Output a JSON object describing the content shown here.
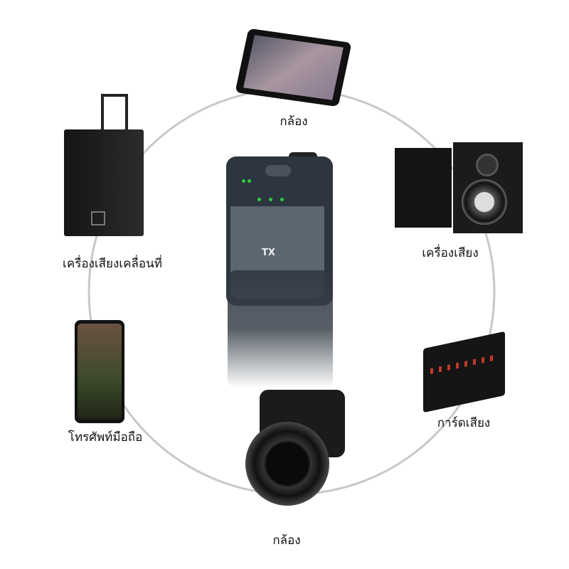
{
  "devices": [
    {
      "id": "tablet",
      "label": "กล้อง"
    },
    {
      "id": "portable-speaker",
      "label": "เครื่องเสียงเคลื่อนที่"
    },
    {
      "id": "speakers",
      "label": "เครื่องเสียง"
    },
    {
      "id": "phone",
      "label": "โทรศัพท์มือถือ"
    },
    {
      "id": "sound-card",
      "label": "การ์ดเสียง"
    },
    {
      "id": "camera",
      "label": "กล้อง"
    }
  ],
  "transmitter": {
    "label": "TX"
  },
  "colors": {
    "ring": "#c8c8c8",
    "device_body": "#1a1a1a",
    "tx_body": "#2d3640",
    "tx_panel": "#5c6670",
    "led": "#2ecc40"
  }
}
